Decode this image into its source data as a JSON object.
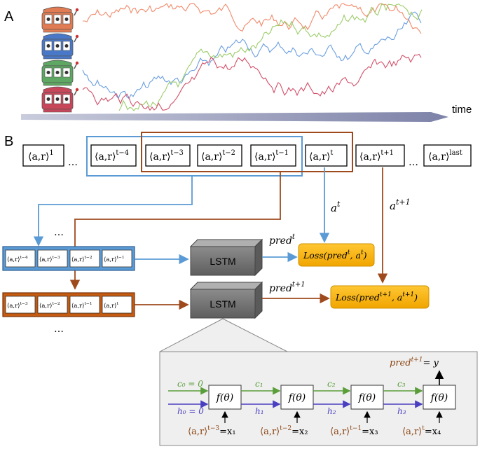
{
  "panel_a": {
    "label": "A",
    "time_label": "time",
    "machines": [
      {
        "icon": "slot-machine-icon",
        "color": "#e07b53"
      },
      {
        "icon": "slot-machine-icon",
        "color": "#4a78c8"
      },
      {
        "icon": "slot-machine-icon",
        "color": "#5fa863"
      },
      {
        "icon": "slot-machine-icon",
        "color": "#c8465a"
      }
    ],
    "line_colors": [
      "#f08a6a",
      "#6a9fe0",
      "#9ccc6a",
      "#d2506a"
    ]
  },
  "panel_b": {
    "label": "B",
    "sequence": {
      "first": "⟨a,r⟩",
      "first_sup": "1",
      "ellipsis": "…",
      "items": [
        {
          "base": "⟨a,r⟩",
          "sup": "t−4"
        },
        {
          "base": "⟨a,r⟩",
          "sup": "t−3"
        },
        {
          "base": "⟨a,r⟩",
          "sup": "t−2"
        },
        {
          "base": "⟨a,r⟩",
          "sup": "t−1"
        },
        {
          "base": "⟨a,r⟩",
          "sup": "t"
        },
        {
          "base": "⟨a,r⟩",
          "sup": "t+1"
        }
      ],
      "last": "⟨a,r⟩",
      "last_sup": "last"
    },
    "action_t": {
      "base": "a",
      "sup": "t"
    },
    "action_t1": {
      "base": "a",
      "sup": "t+1"
    },
    "window_blue": [
      {
        "base": "⟨a,r⟩",
        "sup": "t−4"
      },
      {
        "base": "⟨a,r⟩",
        "sup": "t−3"
      },
      {
        "base": "⟨a,r⟩",
        "sup": "t−2"
      },
      {
        "base": "⟨a,r⟩",
        "sup": "t−1"
      }
    ],
    "window_orange": [
      {
        "base": "⟨a,r⟩",
        "sup": "t−3"
      },
      {
        "base": "⟨a,r⟩",
        "sup": "t−2"
      },
      {
        "base": "⟨a,r⟩",
        "sup": "t−1"
      },
      {
        "base": "⟨a,r⟩",
        "sup": "t"
      }
    ],
    "lstm_label": "LSTM",
    "pred_t": {
      "base": "pred",
      "sup": "t"
    },
    "pred_t1": {
      "base": "pred",
      "sup": "t+1"
    },
    "loss_t": {
      "prefix": "Loss(pred",
      "sup1": "t",
      "mid": ", a",
      "sup2": "t",
      "suffix": ")"
    },
    "loss_t1": {
      "prefix": "Loss(pred",
      "sup1": "t+1",
      "mid": ", a",
      "sup2": "t+1",
      "suffix": ")"
    },
    "detail": {
      "output": {
        "base": "pred",
        "sup": "t+1",
        "eq": "= y"
      },
      "cell_label": "f(θ)",
      "c0": "c₀ = 0",
      "h0": "h₀ = 0",
      "c_labels": [
        "c₁",
        "c₂",
        "c₃"
      ],
      "h_labels": [
        "h₁",
        "h₂",
        "h₃"
      ],
      "inputs": [
        {
          "base": "⟨a,r⟩",
          "sup": "t−3",
          "eq": "=x₁"
        },
        {
          "base": "⟨a,r⟩",
          "sup": "t−2",
          "eq": "=x₂"
        },
        {
          "base": "⟨a,r⟩",
          "sup": "t−1",
          "eq": "=x₃"
        },
        {
          "base": "⟨a,r⟩",
          "sup": "t",
          "eq": "=x₄"
        }
      ]
    },
    "colors": {
      "blue": "#5b9bd5",
      "orange": "#9e4a1d",
      "green": "#5a9e3a",
      "purple": "#4a3fc0",
      "loss": "#f7b500",
      "lstm": "#7f7f7f",
      "box_blue_fill": "#5b9bd5",
      "box_orange_fill": "#c55a11"
    }
  }
}
